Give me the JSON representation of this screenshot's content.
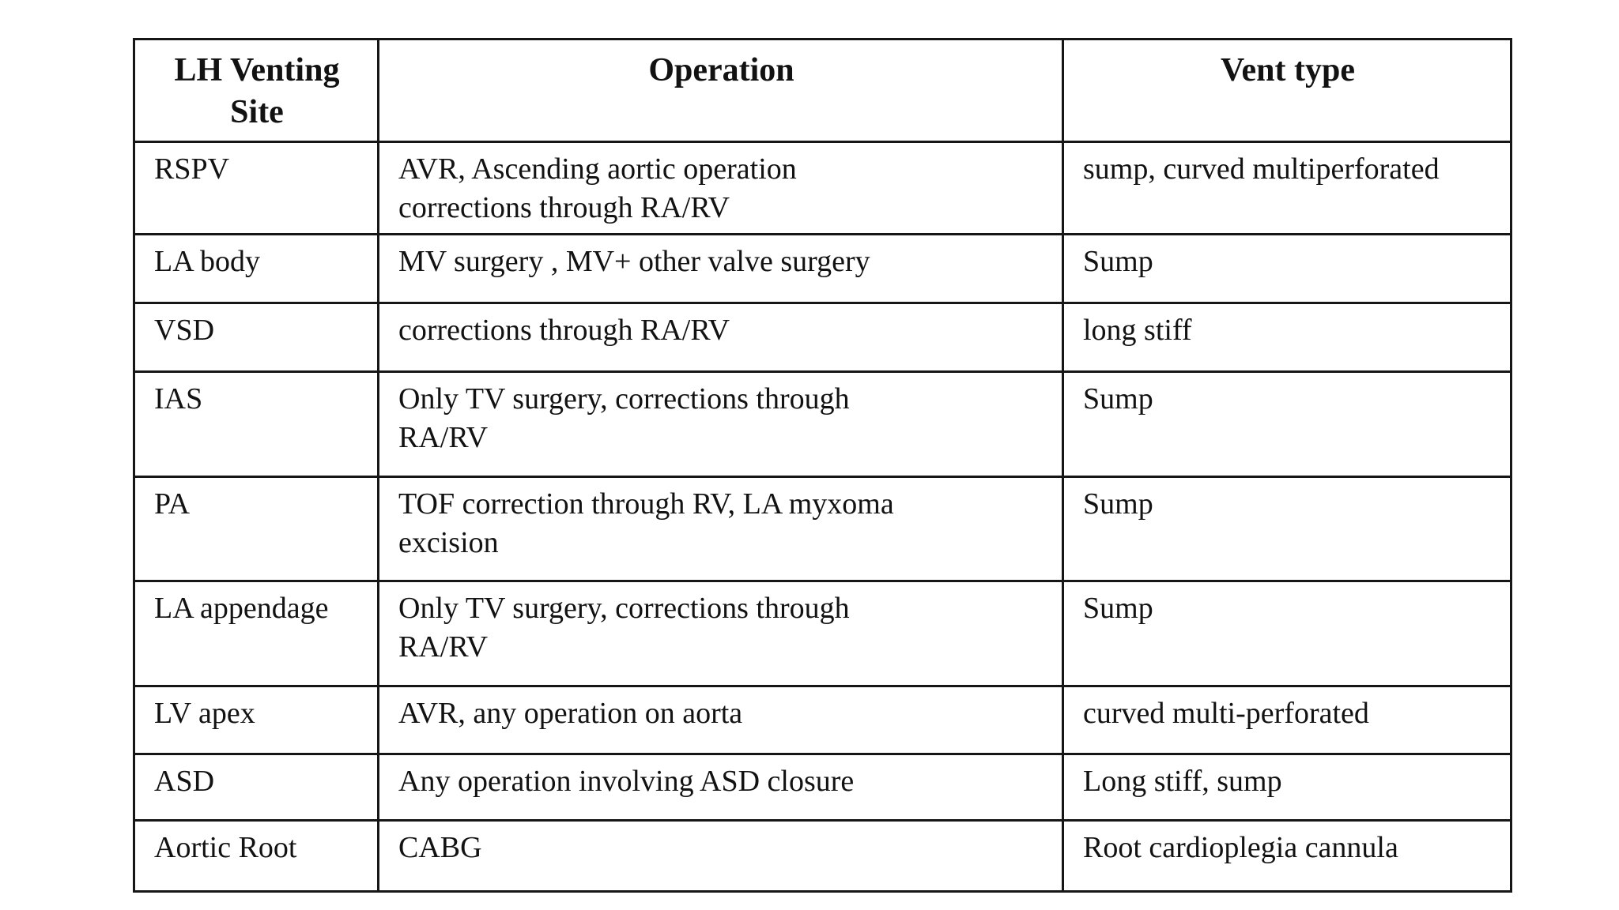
{
  "page": {
    "background_color": "#ffffff",
    "text_color": "#121212",
    "border_color": "#161616"
  },
  "table": {
    "columns": [
      "LH Venting Site",
      "Operation",
      "Vent type"
    ],
    "rows": [
      {
        "site": "RSPV",
        "operation": "AVR, Ascending aortic operation\ncorrections through RA/RV",
        "vent": "sump, curved multiperforated"
      },
      {
        "site": "LA body",
        "operation": "MV surgery , MV+ other valve surgery",
        "vent": "Sump"
      },
      {
        "site": "VSD",
        "operation": "corrections through RA/RV",
        "vent": "long stiff"
      },
      {
        "site": "IAS",
        "operation": "Only TV surgery, corrections through\nRA/RV",
        "vent": "Sump"
      },
      {
        "site": "PA",
        "operation": "TOF correction through RV, LA myxoma\nexcision",
        "vent": "Sump"
      },
      {
        "site": "LA appendage",
        "operation": "Only TV surgery, corrections through\nRA/RV",
        "vent": "Sump"
      },
      {
        "site": "LV apex",
        "operation": "AVR, any operation on aorta",
        "vent": "curved multi-perforated"
      },
      {
        "site": "ASD",
        "operation": "Any operation involving ASD closure",
        "vent": "Long stiff, sump"
      },
      {
        "site": "Aortic Root",
        "operation": "CABG",
        "vent": "Root cardioplegia cannula"
      }
    ]
  }
}
